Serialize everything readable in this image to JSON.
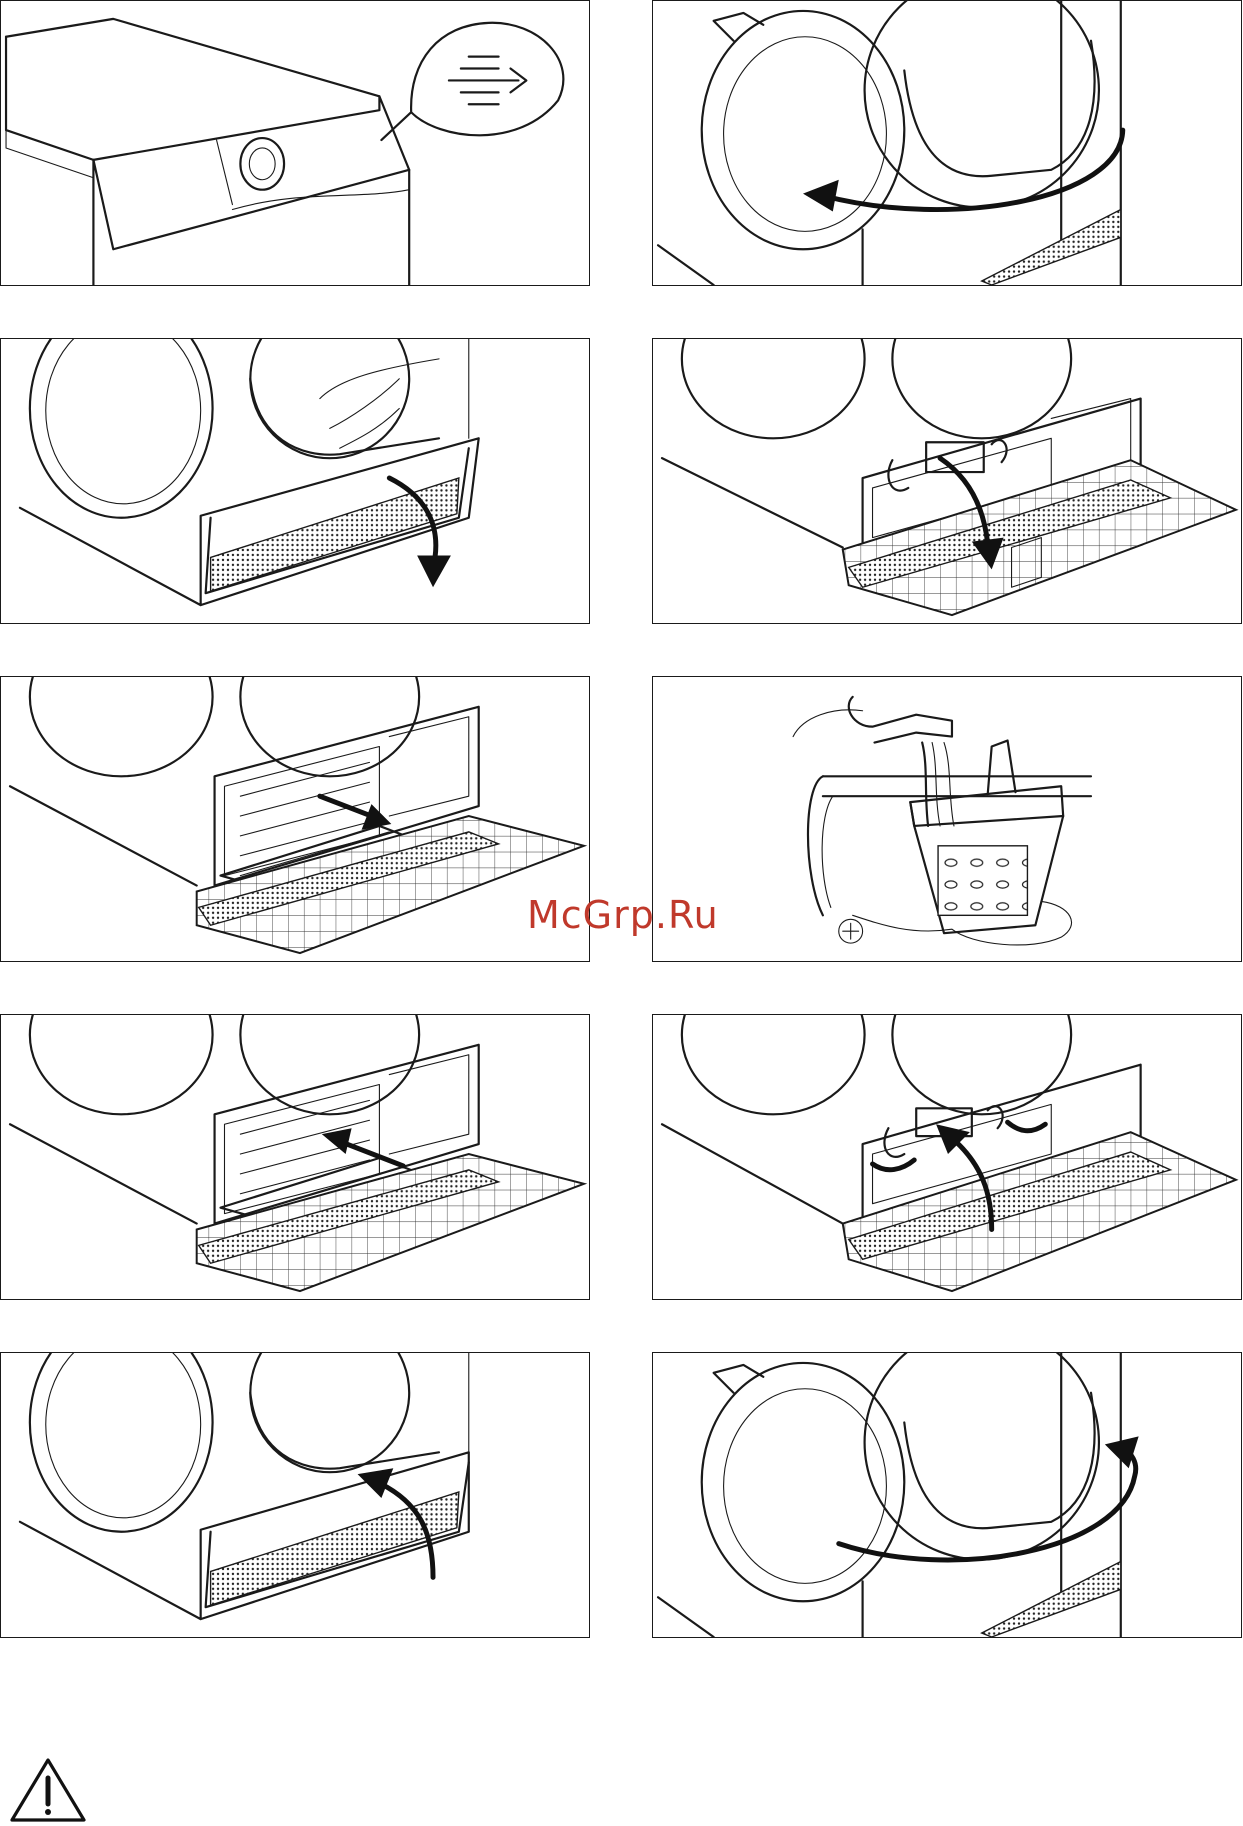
{
  "watermark": "McGrp.Ru",
  "panels": [
    {
      "name": "step-1-menu-instruction"
    },
    {
      "name": "step-2-open-door"
    },
    {
      "name": "step-3-open-plinth-cover"
    },
    {
      "name": "step-4-release-latches"
    },
    {
      "name": "step-5-remove-filter"
    },
    {
      "name": "step-6-rinse-filter"
    },
    {
      "name": "step-7-insert-filter"
    },
    {
      "name": "step-8-lock-latches"
    },
    {
      "name": "step-9-close-plinth-cover"
    },
    {
      "name": "step-10-close-door"
    }
  ],
  "icons": {
    "menu_arrow": "menu-arrow-icon",
    "warning": "warning-triangle-icon"
  }
}
